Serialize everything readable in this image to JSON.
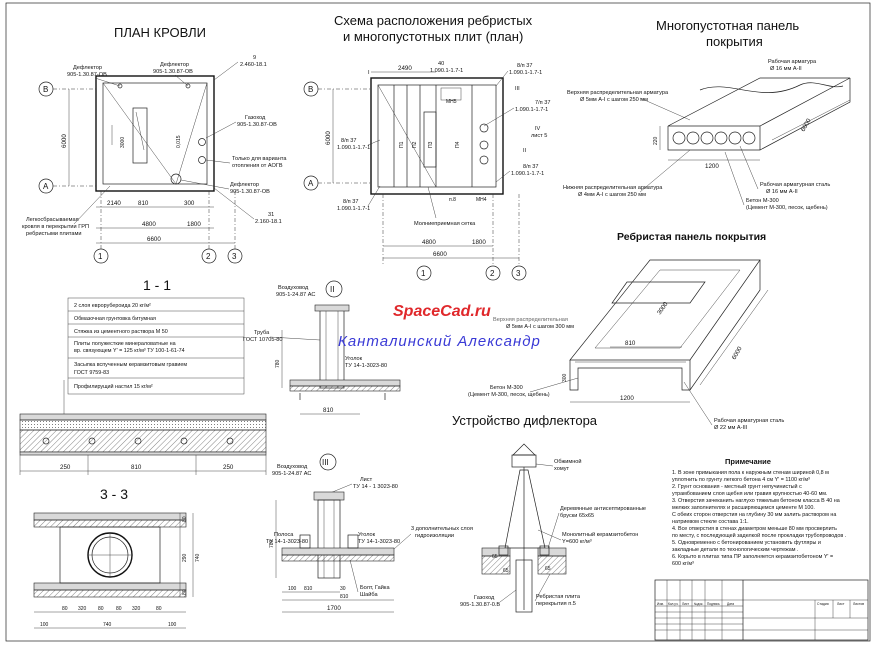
{
  "colors": {
    "watermark_red": "#e0282b",
    "watermark_blue": "#3a3ad6",
    "ink": "#111111"
  },
  "titles": {
    "roof_plan": "ПЛАН КРОВЛИ",
    "scheme_line1": "Схема расположения ребристых",
    "scheme_line2": "и многопустотных плит (план)",
    "hollow_line1": "Многопустотная панель",
    "hollow_line2": "покрытия",
    "ribbed": "Ребристая панель покрытия",
    "section_1": "1 - 1",
    "section_3": "3 - 3",
    "deflector": "Устройство дифлектора"
  },
  "watermark": {
    "site": "SpaceCad.ru",
    "author": "Канталинский Александр"
  },
  "roof_plan": {
    "axis_b": "B",
    "axis_a": "A",
    "axis_1": "1",
    "axis_2": "2",
    "axis_3": "3",
    "deflector_top1": "Дефлектор",
    "deflector_top1_code": "905-1.30.87-ОВ",
    "deflector_top2": "Дефлектор",
    "deflector_top2_code": "905-1.30.87-ОВ",
    "callout_9": "9",
    "callout_9_code": "2.460-18.1",
    "gas": "Газоход",
    "gas_code": "905-1.30.87-ОВ",
    "only_for": "Только для варианта",
    "only_for2": "отопления от АОГВ",
    "deflector_bot": "Дефлектор",
    "deflector_bot_code": "905-1.30.87-ОВ",
    "callout_31": "31",
    "callout_31_code": "2.160-18.1",
    "roof_note1": "Легкосбрасываемая",
    "roof_note2": "кровля в перекрытии ГРП",
    "roof_note3": "ребристыми плитами",
    "dim_6000": "6000",
    "dim_3000": "3000",
    "dim_2140": "2140",
    "dim_810": "810",
    "dim_300": "300",
    "dim_4800": "4800",
    "dim_1800": "1800",
    "dim_6600": "6600",
    "slope": "0,015"
  },
  "scheme": {
    "axis_b": "B",
    "axis_a": "A",
    "axis_1": "1",
    "axis_2": "2",
    "axis_3": "3",
    "roman_1": "I",
    "roman_2": "II",
    "roman_3": "III",
    "roman_4": "IV",
    "d2490": "2490",
    "d40": "40",
    "d40_code": "1.090.1-1.7-1",
    "p8_37a": "8/п 37",
    "p8_37a_code": "1.090.1-1.7-1",
    "p7_37": "7/п 37",
    "p7_37_code": "1.090.1-1.7-1",
    "sheet5": "лист 5",
    "p8_37b": "8/п 37",
    "p8_37b_code": "1.090.1-1.7-1",
    "p8_37c": "8/п 37",
    "p8_37c_code": "1.090.1-1.7-1",
    "p8_37d": "8/п 37",
    "p8_37d_code": "1.090.1-1.7-1",
    "mn5": "МН5",
    "mn4": "МН4",
    "p8": "п.8",
    "lightning": "Молниеприемная сетка",
    "d6000": "6000",
    "d4800": "4800",
    "d1800": "1800",
    "d6600": "6600",
    "p1": "П1",
    "p2": "П2",
    "p3": "П3",
    "p4": "П4"
  },
  "hollow": {
    "top_reinf1": "Верхняя распределительная арматура",
    "top_reinf2": "Ø 5мм А-I с шагом 250 мм",
    "rebar_top": "Рабочая арматура",
    "rebar_top2": "Ø 16 мм А-II",
    "dim_220": "220",
    "dim_1200": "1200",
    "dim_6000": "6000",
    "bot_reinf1": "Нижняя распределительная арматура",
    "bot_reinf2": "Ø 4мм А-I с шагом 250 мм",
    "work_steel": "Рабочая арматурная сталь",
    "work_steel2": "Ø 16 мм А-II",
    "concrete": "Бетон М-300",
    "concrete2": "(Цемент М-300, песок, щебень)"
  },
  "ribbed": {
    "top_reinf1": "Верхняя распределительная",
    "top_reinf2": "Ø 5мм А-I с шагом 300 мм",
    "dim_3000": "3000",
    "dim_810": "810",
    "dim_300": "300",
    "dim_1200": "1200",
    "dim_6000": "6000",
    "concrete": "Бетон М-300",
    "concrete2": "(Цемент М-300, песок, щебень)",
    "work_steel": "Рабочая арматурная сталь",
    "work_steel2": "Ø 22 мм А-III"
  },
  "section_11": {
    "layers": [
      "2 слоя еврорубероида  20 кг/м²",
      "Обмазочная грунтовка битумная",
      "Стяжка из цементного раствора М 50",
      "Плиты полужесткие минераловатные на",
      "вр. связующем  Y' = 125 кг/м³ ТУ 100-1-61-74",
      "Засыпка вспученным керамзитовым гравием",
      "ГОСТ 9759-83",
      "Профилирущий настил  15 кг/м²"
    ],
    "d250a": "250",
    "d810": "810",
    "d250b": "250"
  },
  "section_33": {
    "d80a": "80",
    "d290": "290",
    "d80b": "80",
    "d740": "740",
    "b80a": "80",
    "b320a": "320",
    "b80b": "80",
    "b80c": "80",
    "b320b": "320",
    "b80d": "80",
    "b100a": "100",
    "b740": "740",
    "b100b": "100"
  },
  "node2": {
    "num": "II",
    "air": "Воздуховод",
    "air_code": "905-1-24.87 АС",
    "pipe": "Труба",
    "pipe_code": "ГОСТ 10705-80",
    "corner": "Уголок",
    "corner_code": "ТУ 14-1-3023-80",
    "d780": "780",
    "d810": "810"
  },
  "node3": {
    "num": "III",
    "air": "Воздуховод",
    "air_code": "905-1-24.87 АС",
    "sheet": "Лист",
    "sheet_code": "ТУ 14 - 1 3023-80",
    "strip": "Полоса",
    "strip_code": "ТУ 14-1-3023-80",
    "corner": "Уголок",
    "corner_code": "ТУ 14-1-3023-80",
    "hydro1": "3 дополнительных слоя",
    "hydro2": "гидроизоляции",
    "bolt": "Болт, Гайка",
    "washer": "Шайба",
    "d100a": "100",
    "d810": "810",
    "d30": "30",
    "d810b": "810",
    "d1700": "1700",
    "d780": "780"
  },
  "deflector": {
    "clamp1": "Обжимной",
    "clamp2": "хомут",
    "bars1": "Деревянные антисептированные",
    "bars2": "бруски 65х65",
    "mono1": "Монолитный керамзитобетон",
    "mono2": "Y=600 кг/м³",
    "d65a": "65",
    "d65b": "65",
    "d65c": "65",
    "gas": "Газоход",
    "gas_code": "905-1.30.87-0.В",
    "plate1": "Ребристая плита",
    "plate2": "перекрытия п.5"
  },
  "notes": {
    "title": "Примечание",
    "lines": [
      "1. В зоне примыкания пола к наружным стенам шириной    0,8 м",
      "уплотнить по грунту легкого бетона  4 см  Y' = 1100 кг/м³",
      "2. Грунт основания - местный грунт непучинистый с",
      "утрамбованием слоя щебня или гравия крупностью  40-60 мм.",
      "3. Отверстия зачеканить наглухо тяжелым бетоном класса В  40 на",
      "мелких заполнителях и расширяющемся цементе М  100.",
      "С обеих сторон отверстия на глубину  30 мм залить раствором на",
      "натриевом стекле состава  1:1.",
      "4. Все отверстия в стенах диаметром меньше   80 мм просверлить",
      "по месту, с последующей заделкой после прокладки трубопроводов   .",
      "5. Одновременно с бетонированием установить футляры и",
      "закладные детали по технологическим чертежам   .",
      "6. Корыто в плитах типа ПР заполняется керамзитобетоном  Y' =",
      "600 кг/м³"
    ]
  },
  "stamp": {
    "cols": [
      "Изм.",
      "Кол.уч.",
      "Лист",
      "№док.",
      "Подпись",
      "Дата"
    ],
    "stage": "Стадия",
    "sheet": "Лист",
    "sheets": "Листов"
  }
}
